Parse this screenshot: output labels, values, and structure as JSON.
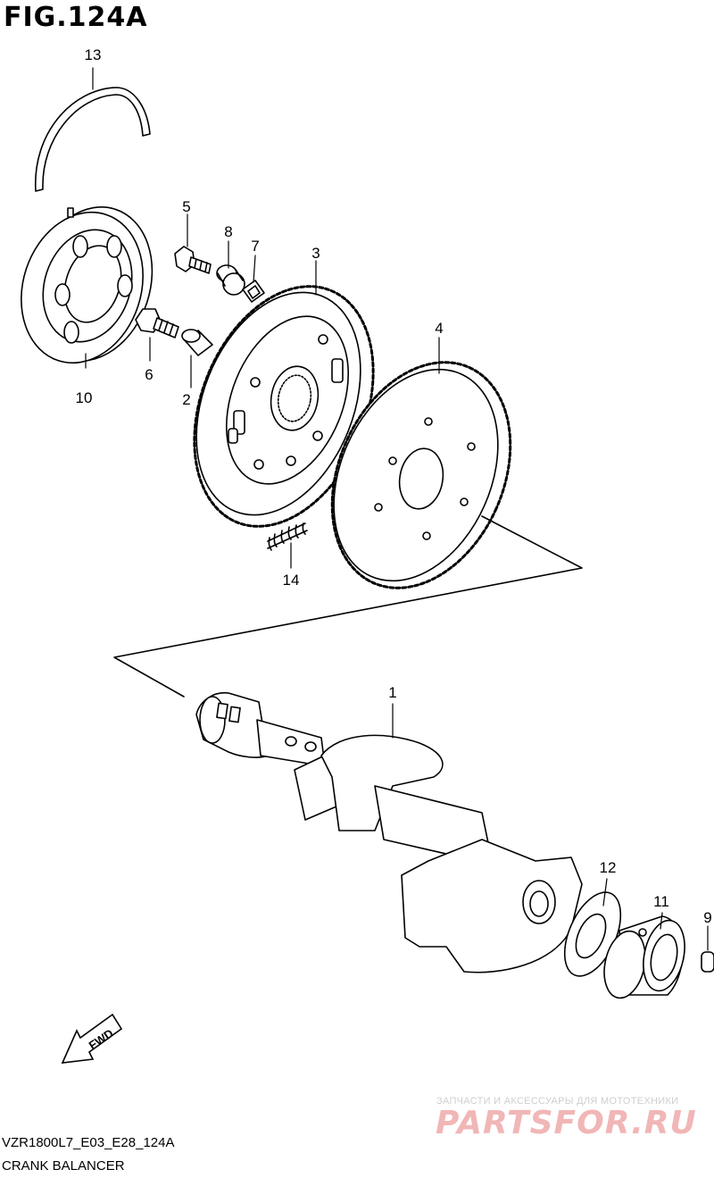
{
  "figure": {
    "title": "FIG.124A",
    "code": "VZR1800L7_E03_E28_124A",
    "name": "CRANK BALANCER"
  },
  "callouts": {
    "c1": "1",
    "c2": "2",
    "c3": "3",
    "c4": "4",
    "c5": "5",
    "c6": "6",
    "c7": "7",
    "c8": "8",
    "c9": "9",
    "c10": "10",
    "c11": "11",
    "c12": "12",
    "c13": "13",
    "c14": "14"
  },
  "direction_marker": {
    "label": "FWD",
    "icon": "fwd-arrow-icon"
  },
  "watermark": {
    "tagline": "ЗАПЧАСТИ И АКСЕССУАРЫ ДЛЯ МОТОТЕХНИКИ",
    "brand": "PARTSFOR.RU",
    "color": "#f1b6b6"
  }
}
